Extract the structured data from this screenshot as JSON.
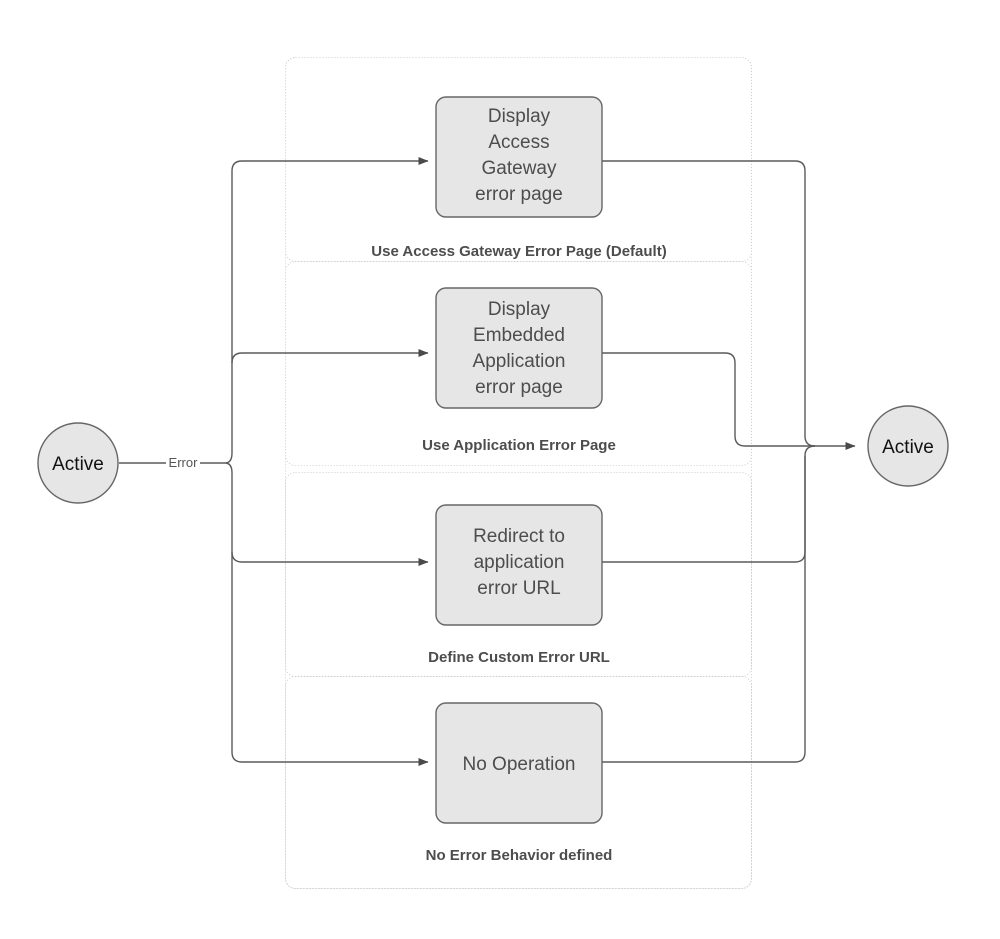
{
  "diagram": {
    "title_text": "",
    "colors": {
      "node_fill": "#e6e6e6",
      "node_stroke": "#666666",
      "edge_stroke": "#5a5a5a",
      "lane_stroke": "#cfcfcf",
      "text": "#4d4d4d",
      "background": "#ffffff"
    },
    "start_node": {
      "label": "Active",
      "shape": "circle"
    },
    "end_node": {
      "label": "Active",
      "shape": "circle"
    },
    "transition_label": "Error",
    "lanes": [
      {
        "id": "lane-use-access-gateway-error-page",
        "title": "Use Access Gateway Error Page (Default)",
        "node_label_lines": [
          "Display",
          "Access",
          "Gateway",
          "error page"
        ]
      },
      {
        "id": "lane-use-application-error-page",
        "title": "Use Application Error Page",
        "node_label_lines": [
          "Display",
          "Embedded",
          "Application",
          "error page"
        ]
      },
      {
        "id": "lane-define-custom-error-url",
        "title": "Define Custom Error URL",
        "node_label_lines": [
          "Redirect to",
          "application",
          "error URL"
        ]
      },
      {
        "id": "lane-no-error-behavior-defined",
        "title": "No Error Behavior defined",
        "node_label_lines": [
          "No Operation"
        ]
      }
    ]
  }
}
